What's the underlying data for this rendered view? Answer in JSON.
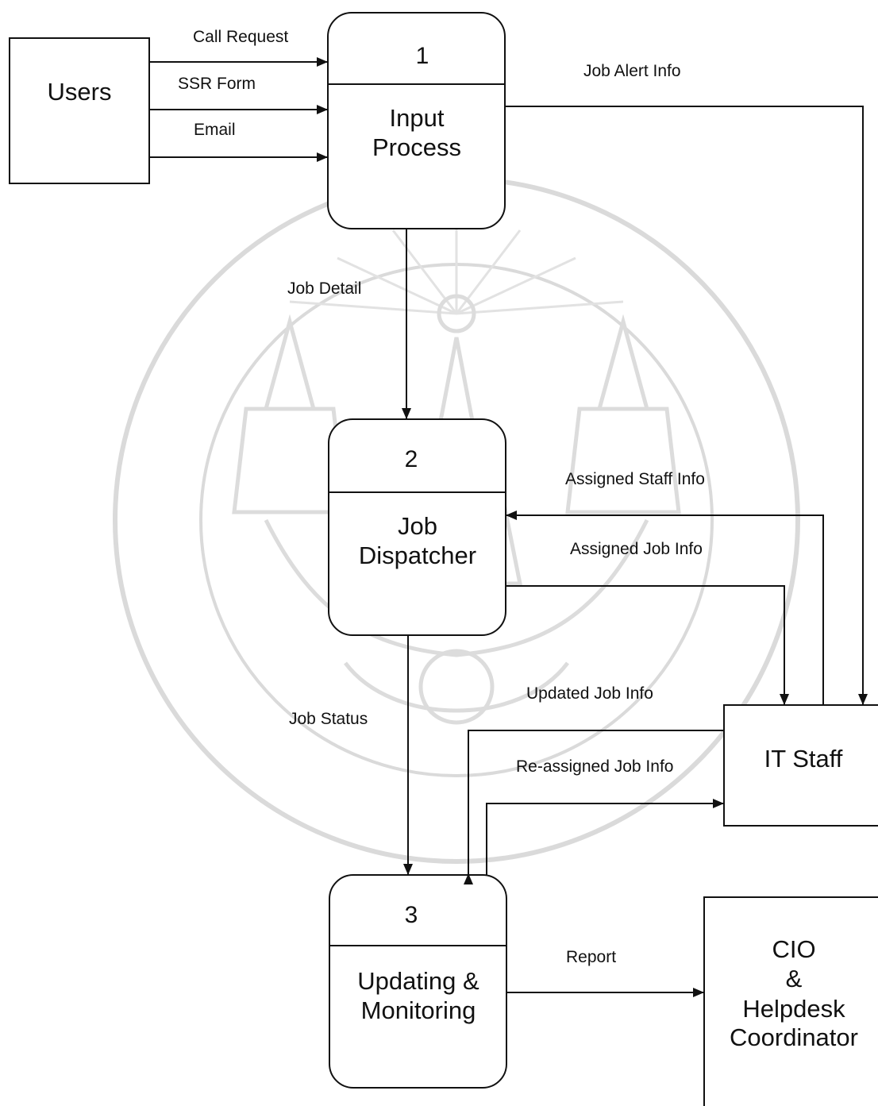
{
  "entities": {
    "users": "Users",
    "it_staff": "IT Staff",
    "cio": [
      "CIO",
      "&",
      "Helpdesk",
      "Coordinator"
    ]
  },
  "processes": [
    {
      "number": "1",
      "name": [
        "Input",
        "Process"
      ]
    },
    {
      "number": "2",
      "name": [
        "Job",
        "Dispatcher"
      ]
    },
    {
      "number": "3",
      "name": [
        "Updating &",
        "Monitoring"
      ]
    }
  ],
  "flows": {
    "call_request": "Call Request",
    "ssr_form": "SSR Form",
    "email": "Email",
    "job_alert_info": "Job Alert Info",
    "job_detail": "Job Detail",
    "assigned_staff_info": "Assigned Staff Info",
    "assigned_job_info": "Assigned Job Info",
    "updated_job_info": "Updated Job Info",
    "reassigned_job_info": "Re-assigned Job Info",
    "job_status": "Job Status",
    "report": "Report"
  },
  "watermark": {
    "type": "university-seal",
    "icon": "seal-icon",
    "color": "#d9d9d9"
  },
  "colors": {
    "line": "#111111",
    "background": "#ffffff"
  }
}
